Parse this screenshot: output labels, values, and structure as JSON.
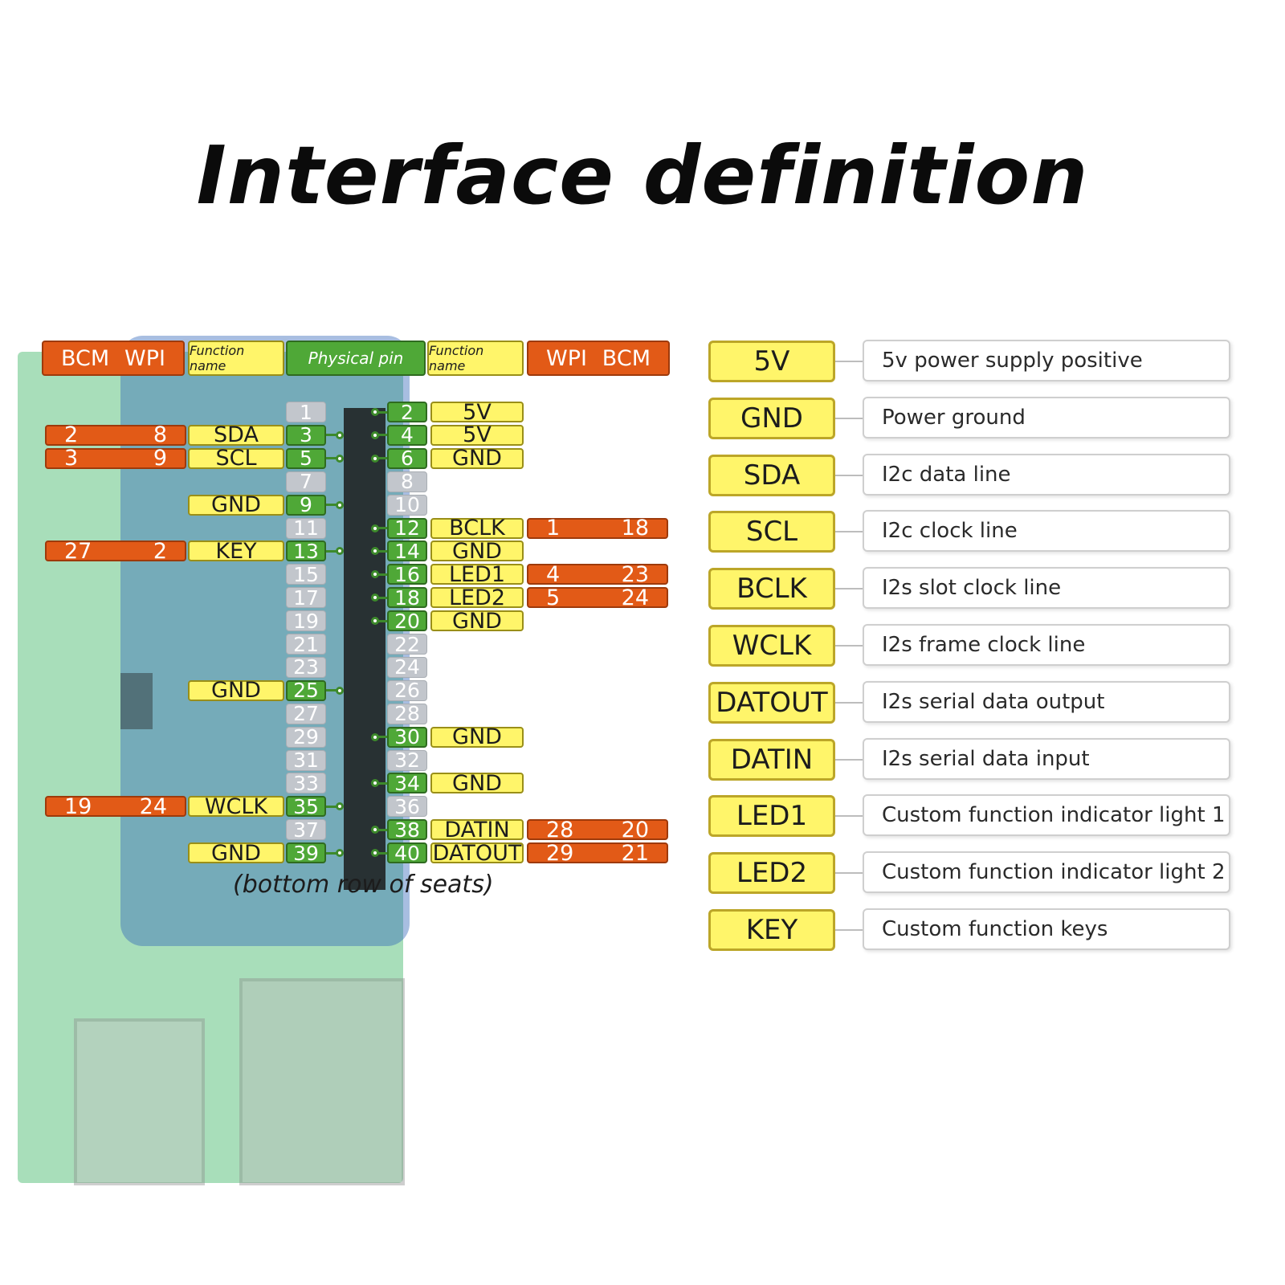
{
  "title": "Interface definition",
  "header": {
    "bcm": "BCM",
    "wpi": "WPI",
    "function_name": "Function name",
    "physical_pin": "Physical pin"
  },
  "pins": [
    {
      "pin": 1,
      "function": "",
      "wpi": "",
      "bcm": ""
    },
    {
      "pin": 2,
      "function": "5V",
      "wpi": "",
      "bcm": ""
    },
    {
      "pin": 3,
      "function": "SDA",
      "wpi": "8",
      "bcm": "2"
    },
    {
      "pin": 4,
      "function": "5V",
      "wpi": "",
      "bcm": ""
    },
    {
      "pin": 5,
      "function": "SCL",
      "wpi": "9",
      "bcm": "3"
    },
    {
      "pin": 6,
      "function": "GND",
      "wpi": "",
      "bcm": ""
    },
    {
      "pin": 7,
      "function": "",
      "wpi": "",
      "bcm": ""
    },
    {
      "pin": 8,
      "function": "",
      "wpi": "",
      "bcm": ""
    },
    {
      "pin": 9,
      "function": "GND",
      "wpi": "",
      "bcm": ""
    },
    {
      "pin": 10,
      "function": "",
      "wpi": "",
      "bcm": ""
    },
    {
      "pin": 11,
      "function": "",
      "wpi": "",
      "bcm": ""
    },
    {
      "pin": 12,
      "function": "BCLK",
      "wpi": "1",
      "bcm": "18"
    },
    {
      "pin": 13,
      "function": "KEY",
      "wpi": "2",
      "bcm": "27"
    },
    {
      "pin": 14,
      "function": "GND",
      "wpi": "",
      "bcm": ""
    },
    {
      "pin": 15,
      "function": "",
      "wpi": "",
      "bcm": ""
    },
    {
      "pin": 16,
      "function": "LED1",
      "wpi": "4",
      "bcm": "23"
    },
    {
      "pin": 17,
      "function": "",
      "wpi": "",
      "bcm": ""
    },
    {
      "pin": 18,
      "function": "LED2",
      "wpi": "5",
      "bcm": "24"
    },
    {
      "pin": 19,
      "function": "",
      "wpi": "",
      "bcm": ""
    },
    {
      "pin": 20,
      "function": "GND",
      "wpi": "",
      "bcm": ""
    },
    {
      "pin": 21,
      "function": "",
      "wpi": "",
      "bcm": ""
    },
    {
      "pin": 22,
      "function": "",
      "wpi": "",
      "bcm": ""
    },
    {
      "pin": 23,
      "function": "",
      "wpi": "",
      "bcm": ""
    },
    {
      "pin": 24,
      "function": "",
      "wpi": "",
      "bcm": ""
    },
    {
      "pin": 25,
      "function": "GND",
      "wpi": "",
      "bcm": ""
    },
    {
      "pin": 26,
      "function": "",
      "wpi": "",
      "bcm": ""
    },
    {
      "pin": 27,
      "function": "",
      "wpi": "",
      "bcm": ""
    },
    {
      "pin": 28,
      "function": "",
      "wpi": "",
      "bcm": ""
    },
    {
      "pin": 29,
      "function": "",
      "wpi": "",
      "bcm": ""
    },
    {
      "pin": 30,
      "function": "GND",
      "wpi": "",
      "bcm": ""
    },
    {
      "pin": 31,
      "function": "",
      "wpi": "",
      "bcm": ""
    },
    {
      "pin": 32,
      "function": "",
      "wpi": "",
      "bcm": ""
    },
    {
      "pin": 33,
      "function": "",
      "wpi": "",
      "bcm": ""
    },
    {
      "pin": 34,
      "function": "GND",
      "wpi": "",
      "bcm": ""
    },
    {
      "pin": 35,
      "function": "WCLK",
      "wpi": "24",
      "bcm": "19"
    },
    {
      "pin": 36,
      "function": "",
      "wpi": "",
      "bcm": ""
    },
    {
      "pin": 37,
      "function": "",
      "wpi": "",
      "bcm": ""
    },
    {
      "pin": 38,
      "function": "DATIN",
      "wpi": "28",
      "bcm": "20"
    },
    {
      "pin": 39,
      "function": "GND",
      "wpi": "",
      "bcm": ""
    },
    {
      "pin": 40,
      "function": "DATOUT",
      "wpi": "29",
      "bcm": "21"
    }
  ],
  "bottom_note": "(bottom row of seats)",
  "legend": [
    {
      "key": "5V",
      "desc": "5v power supply positive"
    },
    {
      "key": "GND",
      "desc": "Power ground"
    },
    {
      "key": "SDA",
      "desc": "I2c data line"
    },
    {
      "key": "SCL",
      "desc": "I2c clock line"
    },
    {
      "key": "BCLK",
      "desc": "I2s slot clock line"
    },
    {
      "key": "WCLK",
      "desc": "I2s frame clock line"
    },
    {
      "key": "DATOUT",
      "desc": "I2s serial data output"
    },
    {
      "key": "DATIN",
      "desc": "I2s serial data input"
    },
    {
      "key": "LED1",
      "desc": "Custom function indicator light 1"
    },
    {
      "key": "LED2",
      "desc": "Custom function indicator light 2"
    },
    {
      "key": "KEY",
      "desc": "Custom function keys"
    }
  ],
  "colors": {
    "orange": "#e25a17",
    "yellow": "#fff56a",
    "green": "#4fa837",
    "grey_pin": "#c2c6cc"
  }
}
